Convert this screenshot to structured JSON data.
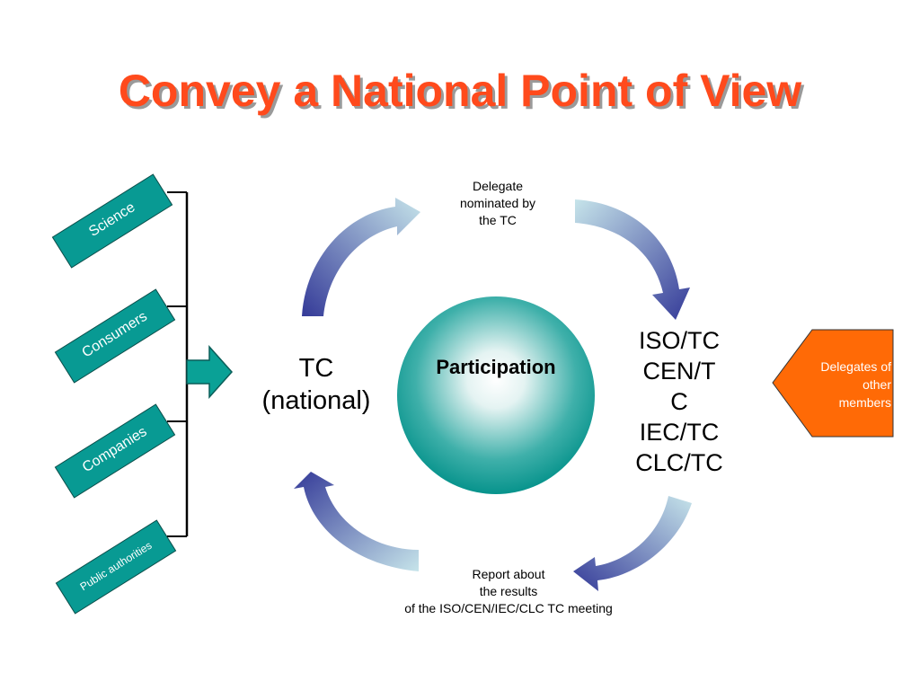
{
  "title": "Convey a National Point of View",
  "sources": [
    {
      "label": "Science"
    },
    {
      "label": "Consumers"
    },
    {
      "label": "Companies"
    },
    {
      "label": "Public authorities"
    }
  ],
  "tc_national": {
    "line1": "TC",
    "line2": "(national)"
  },
  "center_label": "Participation",
  "committees": [
    "ISO/TC",
    "CEN/T",
    "C",
    "IEC/TC",
    "CLC/TC"
  ],
  "delegate_text": [
    "Delegate",
    "nominated by",
    "the TC"
  ],
  "report_text": [
    "Report about",
    "the results",
    "of the ISO/CEN/IEC/CLC TC meeting"
  ],
  "other_delegates": [
    "Delegates of",
    "other",
    "members"
  ],
  "colors": {
    "title": "#ff4a1c",
    "teal": "#089a93",
    "orange": "#ff6a06",
    "arrow_dark": "#3a3f9a",
    "arrow_light": "#b8dde4"
  }
}
